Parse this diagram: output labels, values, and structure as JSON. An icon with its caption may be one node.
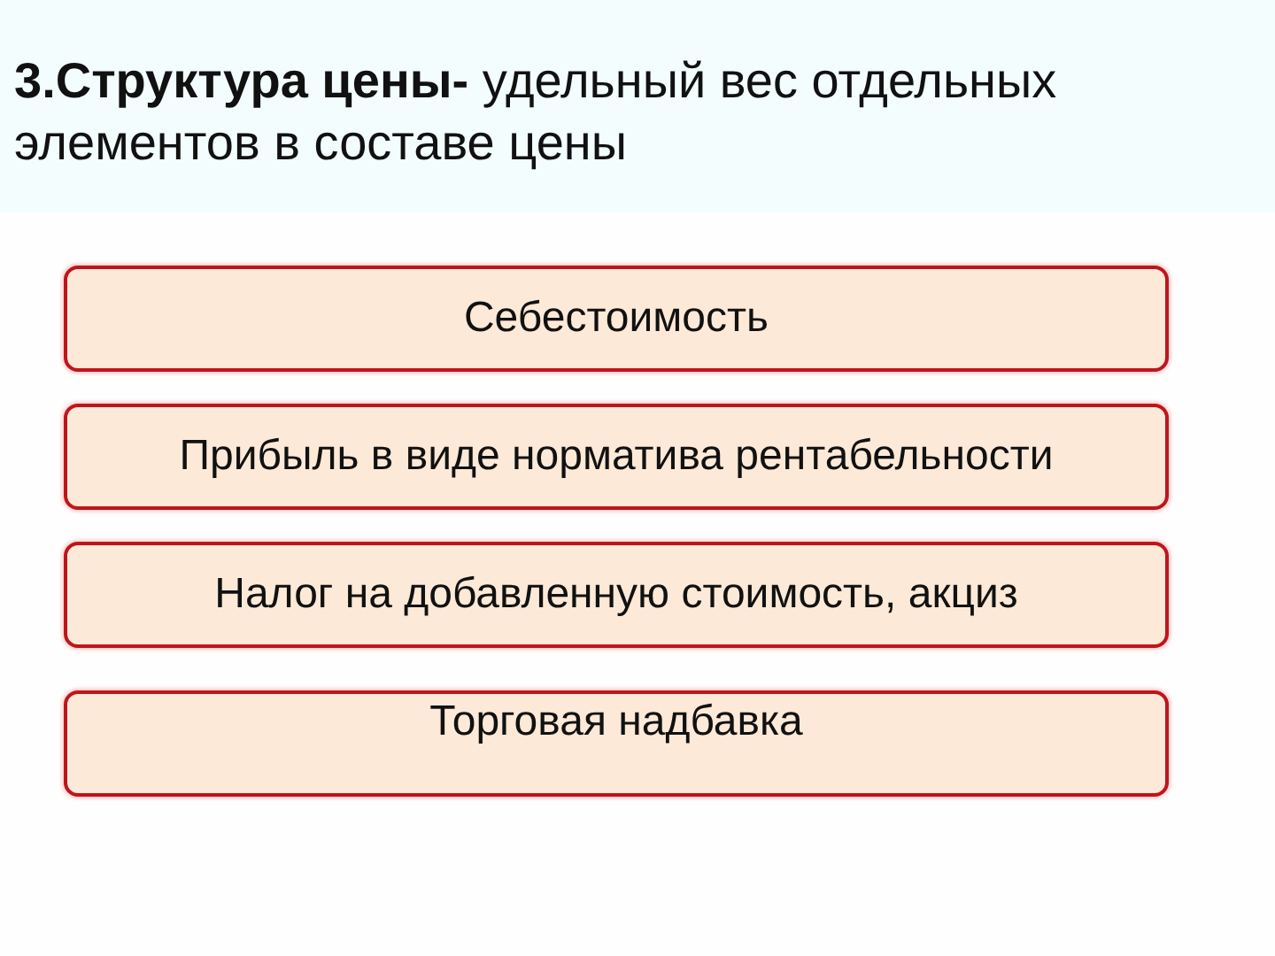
{
  "diagram": {
    "title": "**3.Структура цены-** удельный вес отдельных элементов в составе цены",
    "nodes": [
      {
        "text": [
          "Себестоимость"
        ]
      },
      {
        "text": [
          "Прибыль в виде норматива рентабельности"
        ]
      },
      {
        "text": [
          "Налог на добавленную стоимость, акциз"
        ]
      },
      {
        "text": [
          "Торговая надбавка"
        ]
      }
    ]
  }
}
